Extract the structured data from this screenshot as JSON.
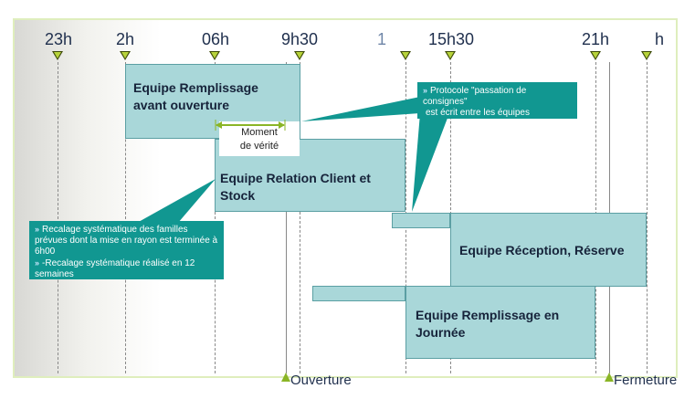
{
  "timeline": {
    "labels": [
      "23h",
      "2h",
      "06h",
      "9h30",
      "1",
      "15h30",
      "21h",
      "h"
    ]
  },
  "boxes": {
    "remplissage_avant": "Equipe Remplissage\navant ouverture",
    "relation_client": "Equipe Relation Client et\nStock",
    "reception": "Equipe Réception, Réserve",
    "remplissage_journee": "Equipe Remplissage en\nJournée"
  },
  "moment": "Moment\nde vérité",
  "callouts": {
    "protocole": {
      "line1": "Protocole \"passation de consignes\"",
      "line2": "est écrit  entre les équipes"
    },
    "recalage": {
      "item1": "Recalage systématique des familles prévues dont la mise en rayon est terminée à 6h00",
      "item2": "-Recalage systématique réalisé en 12 semaines"
    }
  },
  "markers": {
    "ouverture": "Ouverture",
    "fermeture": "Fermeture"
  },
  "colors": {
    "box_fill": "#a9d7d9",
    "callout_fill": "#119791",
    "marker_green": "#8ab526"
  }
}
